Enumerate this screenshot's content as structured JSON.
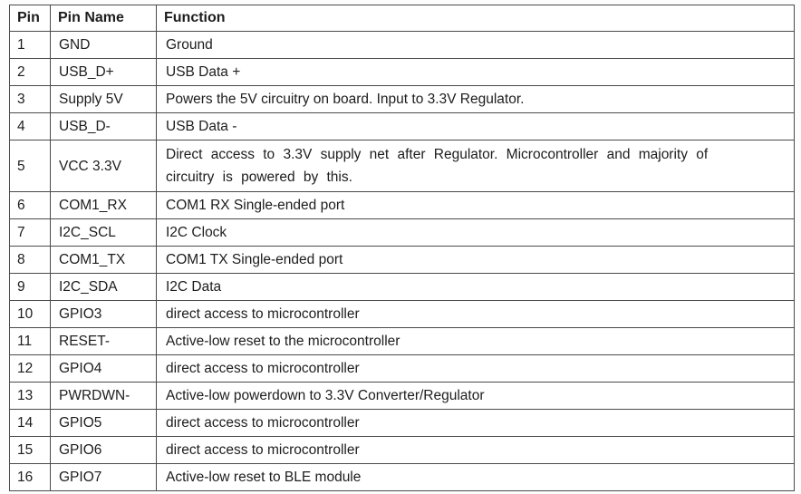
{
  "colors": {
    "border": "#4a4a4a",
    "text": "#1d1d1d",
    "background": "#ffffff"
  },
  "table": {
    "headers": [
      "Pin",
      "Pin Name",
      "Function"
    ],
    "rows": [
      {
        "pin": "1",
        "name": "GND",
        "function": "Ground"
      },
      {
        "pin": "2",
        "name": "USB_D+",
        "function": "USB Data +"
      },
      {
        "pin": "3",
        "name": "Supply 5V",
        "function": "Powers the 5V circuitry on board. Input to 3.3V Regulator."
      },
      {
        "pin": "4",
        "name": "USB_D-",
        "function": "USB Data -"
      },
      {
        "pin": "5",
        "name": "VCC 3.3V",
        "function": "Direct access to 3.3V supply net after Regulator. Microcontroller and majority of\ncircuitry is powered by this."
      },
      {
        "pin": "6",
        "name": "COM1_RX",
        "function": "COM1 RX Single-ended port"
      },
      {
        "pin": "7",
        "name": "I2C_SCL",
        "function": "I2C Clock"
      },
      {
        "pin": "8",
        "name": "COM1_TX",
        "function": "COM1 TX Single-ended port"
      },
      {
        "pin": "9",
        "name": "I2C_SDA",
        "function": "I2C Data"
      },
      {
        "pin": "10",
        "name": "GPIO3",
        "function": "direct access to microcontroller"
      },
      {
        "pin": "11",
        "name": "RESET-",
        "function": "Active-low reset to the microcontroller"
      },
      {
        "pin": "12",
        "name": "GPIO4",
        "function": "direct access to microcontroller"
      },
      {
        "pin": "13",
        "name": "PWRDWN-",
        "function": "Active-low powerdown to 3.3V Converter/Regulator"
      },
      {
        "pin": "14",
        "name": "GPIO5",
        "function": "direct access to microcontroller"
      },
      {
        "pin": "15",
        "name": "GPIO6",
        "function": "direct access to microcontroller"
      },
      {
        "pin": "16",
        "name": "GPIO7",
        "function": "Active-low reset to BLE module"
      }
    ]
  }
}
